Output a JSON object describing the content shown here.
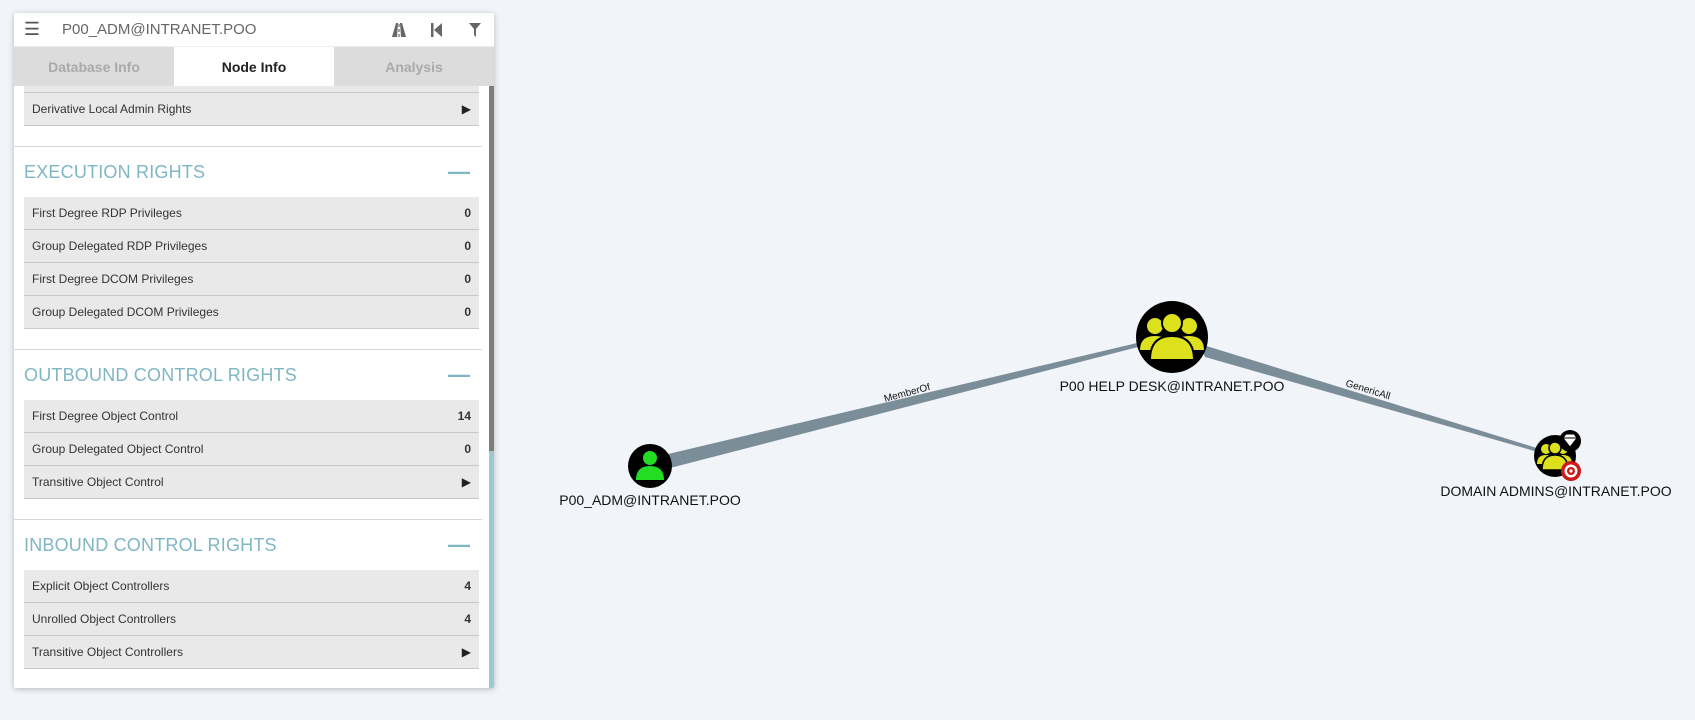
{
  "search": {
    "value": "P00_ADM@INTRANET.POO",
    "placeholder": ""
  },
  "icons": {
    "menu": "hamburger-menu-icon",
    "pathfinding": "road-icon",
    "back": "step-backward-icon",
    "filter": "filter-icon"
  },
  "tabs": [
    {
      "label": "Database Info",
      "active": false
    },
    {
      "label": "Node Info",
      "active": true
    },
    {
      "label": "Analysis",
      "active": false
    }
  ],
  "top_row": {
    "label": "Derivative Local Admin Rights"
  },
  "sections": [
    {
      "title": "EXECUTION RIGHTS",
      "rows": [
        {
          "label": "First Degree RDP Privileges",
          "value": "0"
        },
        {
          "label": "Group Delegated RDP Privileges",
          "value": "0"
        },
        {
          "label": "First Degree DCOM Privileges",
          "value": "0"
        },
        {
          "label": "Group Delegated DCOM Privileges",
          "value": "0"
        }
      ]
    },
    {
      "title": "OUTBOUND CONTROL RIGHTS",
      "rows": [
        {
          "label": "First Degree Object Control",
          "value": "14"
        },
        {
          "label": "Group Delegated Object Control",
          "value": "0"
        },
        {
          "label": "Transitive Object Control",
          "value": "▶"
        }
      ]
    },
    {
      "title": "INBOUND CONTROL RIGHTS",
      "rows": [
        {
          "label": "Explicit Object Controllers",
          "value": "4"
        },
        {
          "label": "Unrolled Object Controllers",
          "value": "4"
        },
        {
          "label": "Transitive Object Controllers",
          "value": "▶"
        }
      ]
    }
  ],
  "graph": {
    "nodes": [
      {
        "id": "adm",
        "label": "P00_ADM@INTRANET.POO",
        "type": "user"
      },
      {
        "id": "helpdesk",
        "label": "P00 HELP DESK@INTRANET.POO",
        "type": "group"
      },
      {
        "id": "domainadmins",
        "label": "DOMAIN ADMINS@INTRANET.POO",
        "type": "group-highvalue"
      }
    ],
    "edges": [
      {
        "from": "adm",
        "to": "helpdesk",
        "label": "MemberOf"
      },
      {
        "from": "helpdesk",
        "to": "domainadmins",
        "label": "GenericAll"
      }
    ]
  },
  "colors": {
    "user_icon": "#22dd22",
    "group_icon": "#dde01c",
    "edge": "#7b8d99",
    "target_red": "#cc1a1a",
    "section_title": "#7fb6c5"
  }
}
